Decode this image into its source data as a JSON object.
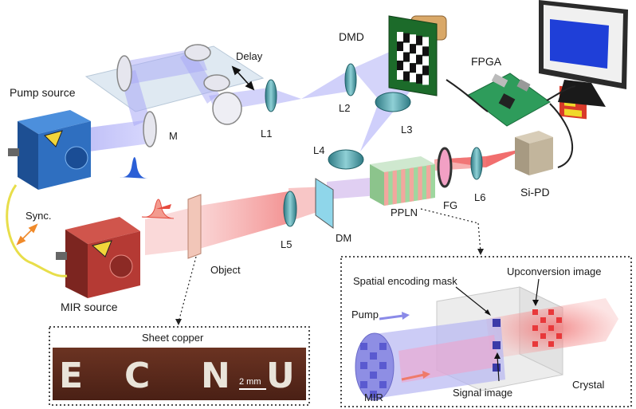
{
  "labels": {
    "pump_source": "Pump source",
    "mir_source": "MIR source",
    "sync": "Sync.",
    "delay": "Delay",
    "m": "M",
    "dmd": "DMD",
    "fpga": "FPGA",
    "l1": "L1",
    "l2": "L2",
    "l3": "L3",
    "l4": "L4",
    "l5": "L5",
    "l6": "L6",
    "dm": "DM",
    "ppln": "PPLN",
    "fg": "FG",
    "si_pd": "Si-PD",
    "object": "Object"
  },
  "inset_copper": {
    "title": "Sheet copper",
    "letters": [
      "E",
      "C",
      "N",
      "U"
    ],
    "scale_bar": "2 mm"
  },
  "inset_crystal": {
    "spatial_mask": "Spatial encoding mask",
    "upconversion": "Upconversion image",
    "pump": "Pump",
    "mir": "MIR",
    "signal": "Signal image",
    "crystal": "Crystal"
  },
  "colors": {
    "pump_beam": "#9b9bf5",
    "mir_beam": "#f28b8b",
    "pump_box": "#2f6fc0",
    "mir_box": "#b53a34",
    "copper": "#5a2a1c",
    "ppln_green": "#9fd79f",
    "ppln_red": "#f2a79e"
  }
}
